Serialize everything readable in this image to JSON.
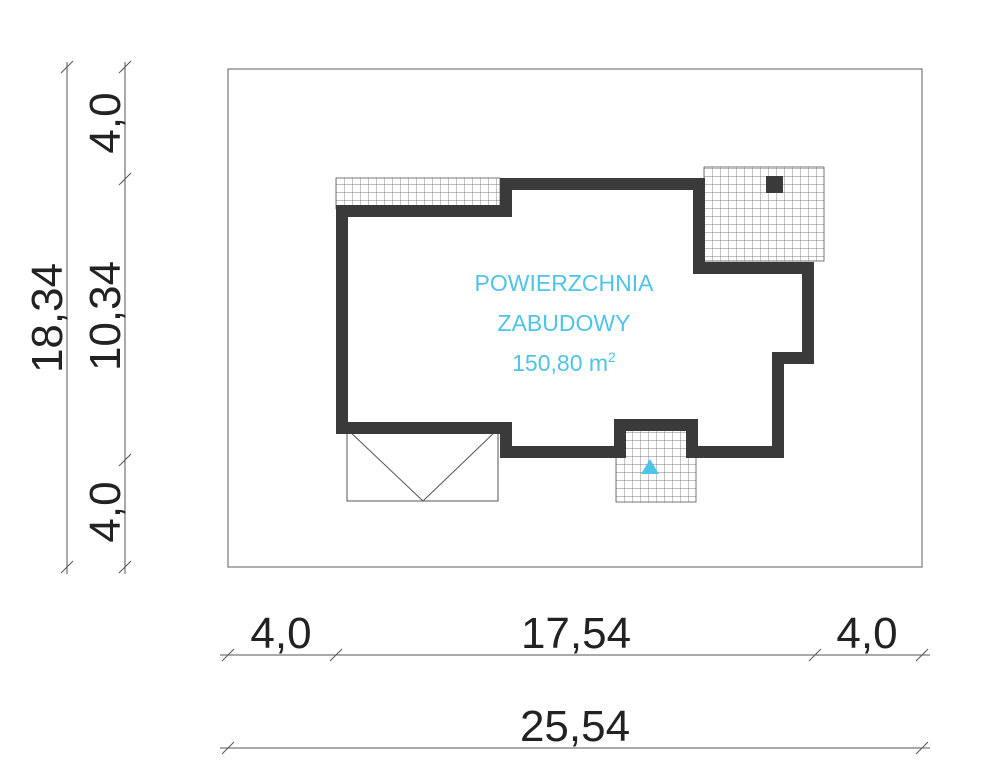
{
  "area_label": {
    "line1": "POWIERZCHNIA",
    "line2": "ZABUDOWY",
    "value": "150,80 m",
    "unit_sup": "2"
  },
  "dimensions": {
    "vertical_outer_total": "18,34",
    "vertical_top": "4,0",
    "vertical_building": "10,34",
    "vertical_bottom": "4,0",
    "horizontal_left": "4,0",
    "horizontal_building": "17,54",
    "horizontal_right": "4,0",
    "horizontal_total": "25,54"
  },
  "colors": {
    "wall": "#3a3a3a",
    "area_text": "#4fc3e8",
    "entrance_marker": "#4fc3e8",
    "dimension_line": "#555555",
    "plot_border": "#777777"
  },
  "icons": {
    "entrance": "triangle-up-icon",
    "chimney": "square-icon"
  }
}
